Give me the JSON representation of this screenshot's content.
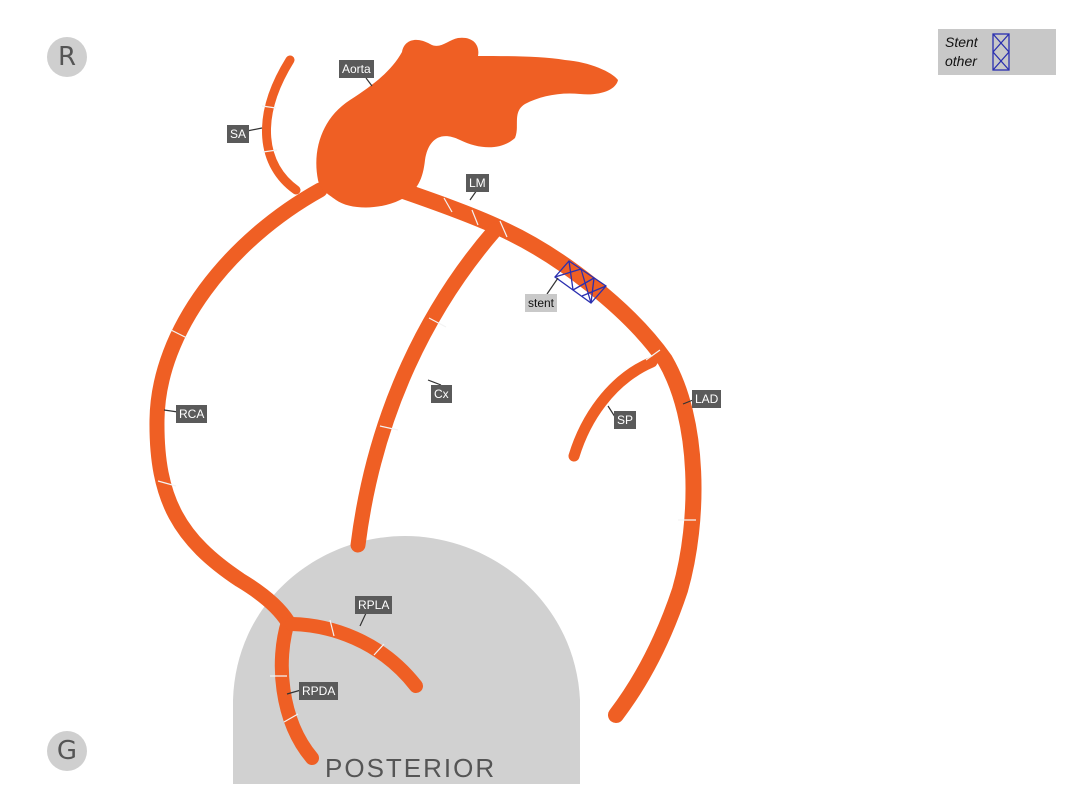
{
  "buttons": {
    "r": "R",
    "g": "G"
  },
  "legend": {
    "stent": "Stent",
    "other": "other"
  },
  "posterior": "POSTERIOR",
  "labels": {
    "aorta": "Aorta",
    "sa": "SA",
    "lm": "LM",
    "stent": "stent",
    "rca": "RCA",
    "cx": "Cx",
    "lad": "LAD",
    "sp": "SP",
    "rpla": "RPLA",
    "rpda": "RPDA"
  },
  "colors": {
    "vessel": "#ef5f24",
    "vessel_edge": "#d94d16",
    "stent_mesh": "#2a2fb0",
    "posterior_region": "#d1d1d1",
    "label_bg": "#5a5a5a"
  }
}
